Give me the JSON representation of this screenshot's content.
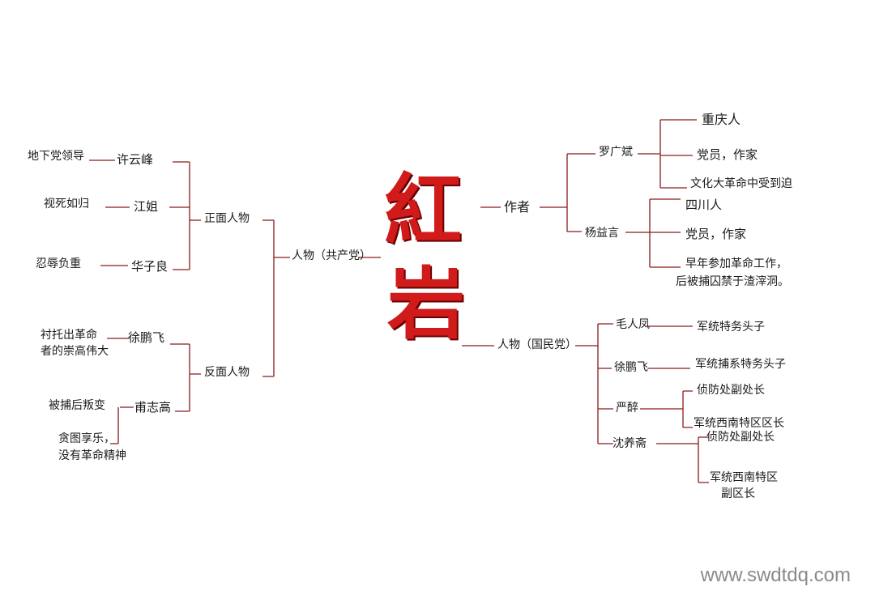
{
  "title": {
    "char1": "紅",
    "char2": "岩"
  },
  "watermark": "www.swdtdq.com",
  "author": {
    "label": "作者",
    "people": [
      {
        "name": "罗广斌",
        "facts": [
          "重庆人",
          "党员，作家",
          "文化大革命中受到迫"
        ]
      },
      {
        "name": "杨益言",
        "facts": [
          "四川人",
          "党员，作家",
          "早年参加革命工作，",
          "后被捕囚禁于渣滓洞。"
        ]
      }
    ]
  },
  "gmd": {
    "label": "人物（国民党）",
    "people": [
      {
        "name": "毛人凤",
        "facts": [
          "军统特务头子"
        ]
      },
      {
        "name": "徐鹏飞",
        "facts": [
          "军统捕系特务头子"
        ]
      },
      {
        "name": "严醉",
        "facts": [
          "侦防处副处长",
          "军统西南特区区长"
        ]
      },
      {
        "name": "沈养斋",
        "facts": [
          "侦防处副处长",
          "军统西南特区",
          "副区长"
        ]
      }
    ]
  },
  "cpc": {
    "label": "人物（共产党）",
    "positive": {
      "label": "正面人物",
      "people": [
        {
          "name": "许云峰",
          "desc": "地下党领导"
        },
        {
          "name": "江姐",
          "desc": "视死如归"
        },
        {
          "name": "华子良",
          "desc": "忍辱负重"
        }
      ]
    },
    "negative": {
      "label": "反面人物",
      "people": [
        {
          "name": "徐鹏飞",
          "desc": [
            "衬托出革命",
            "者的崇高伟大"
          ]
        },
        {
          "name": "甫志高",
          "desc": [
            "被捕后叛变",
            "贪图享乐，",
            "没有革命精神"
          ]
        }
      ]
    }
  }
}
